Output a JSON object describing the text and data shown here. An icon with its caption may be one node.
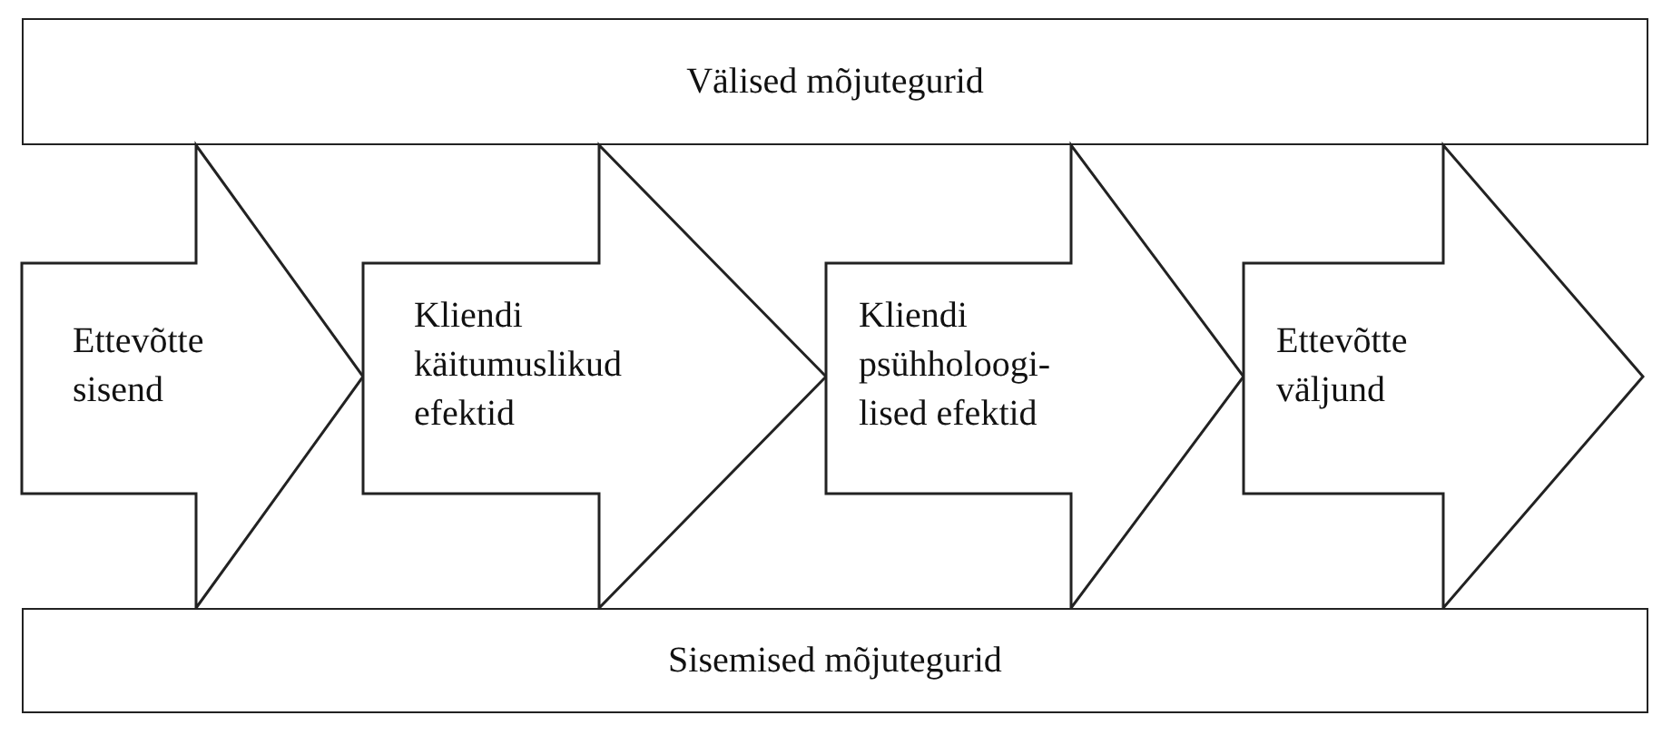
{
  "diagram": {
    "nodes": [
      {
        "text": [
          "Välised mõjutegurid"
        ]
      },
      {
        "text": [
          "Ettevõtte sisend"
        ]
      },
      {
        "text": [
          "Kliendi käitumuslikud efektid"
        ]
      },
      {
        "text": [
          "Kliendi psühholoogi- lised efektid"
        ]
      },
      {
        "text": [
          "Ettevõtte väljund"
        ]
      },
      {
        "text": [
          "Sisemised mõjutegurid"
        ]
      }
    ],
    "edges": []
  }
}
